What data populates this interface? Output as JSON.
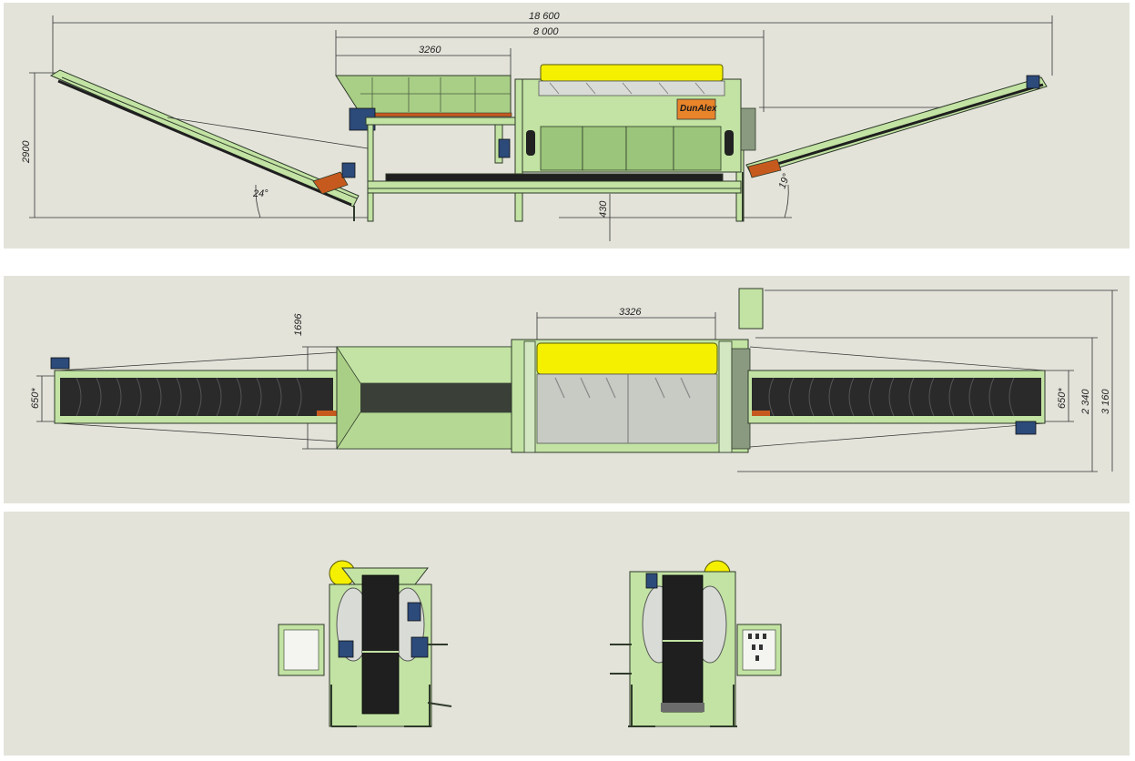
{
  "brand": "DunAlex",
  "side_view": {
    "overall_length": "18 600",
    "frame_length": "8 000",
    "hopper_length": "3260",
    "height": "2900",
    "left_angle": "24°",
    "right_angle": "19°",
    "clearance": "430"
  },
  "top_view": {
    "drum_length": "3326",
    "hopper_width": "1696",
    "belt_width_left": "650*",
    "belt_width_right": "650*",
    "frame_width": "2 340",
    "overall_width": "3 160"
  },
  "colors": {
    "frame": "#c2e3a3",
    "frame_line": "#2f3a2a",
    "drum": "#f4f000",
    "belt": "#1f1f1f",
    "motor": "#2c4a7a",
    "accent": "#c65a1e",
    "background": "#e3e3da"
  }
}
